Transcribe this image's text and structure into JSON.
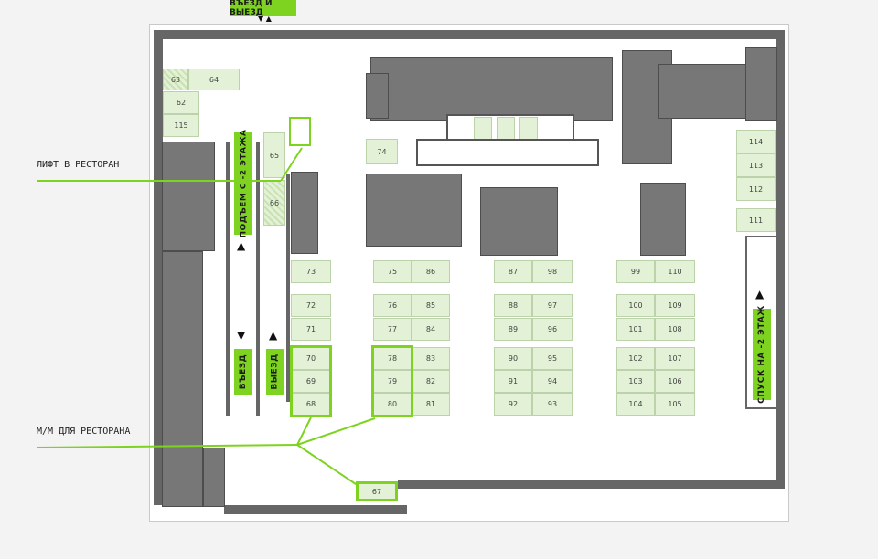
{
  "labels": {
    "exit_top": "ВЪЕЗД И ВЫЕЗД",
    "lift_restaurant": "ЛИФТ В РЕСТОРАН",
    "mm_restaurant": "М/М ДЛЯ РЕСТОРАНА",
    "ascent": "ПОДЪЕМ С -2 ЭТАЖА",
    "entry": "ВЪЕЗД",
    "exit": "ВЫЕЗД",
    "descent": "СПУСК НА -2 ЭТАЖ"
  },
  "colors": {
    "accent": "#7ed321",
    "slot": "#e3f2d6",
    "wall": "#666666"
  },
  "slots": {
    "s63": "63",
    "s64": "64",
    "s62": "62",
    "s115": "115",
    "s65": "65",
    "s66": "66",
    "s74": "74",
    "s73": "73",
    "s72": "72",
    "s71": "71",
    "s70": "70",
    "s69": "69",
    "s68": "68",
    "s75": "75",
    "s76": "76",
    "s77": "77",
    "s78": "78",
    "s79": "79",
    "s80": "80",
    "s86": "86",
    "s85": "85",
    "s84": "84",
    "s83": "83",
    "s82": "82",
    "s81": "81",
    "s87": "87",
    "s88": "88",
    "s89": "89",
    "s90": "90",
    "s91": "91",
    "s92": "92",
    "s98": "98",
    "s97": "97",
    "s96": "96",
    "s95": "95",
    "s94": "94",
    "s93": "93",
    "s99": "99",
    "s100": "100",
    "s101": "101",
    "s102": "102",
    "s103": "103",
    "s104": "104",
    "s110": "110",
    "s109": "109",
    "s108": "108",
    "s107": "107",
    "s106": "106",
    "s105": "105",
    "s114": "114",
    "s113": "113",
    "s112": "112",
    "s111": "111",
    "s67": "67"
  }
}
